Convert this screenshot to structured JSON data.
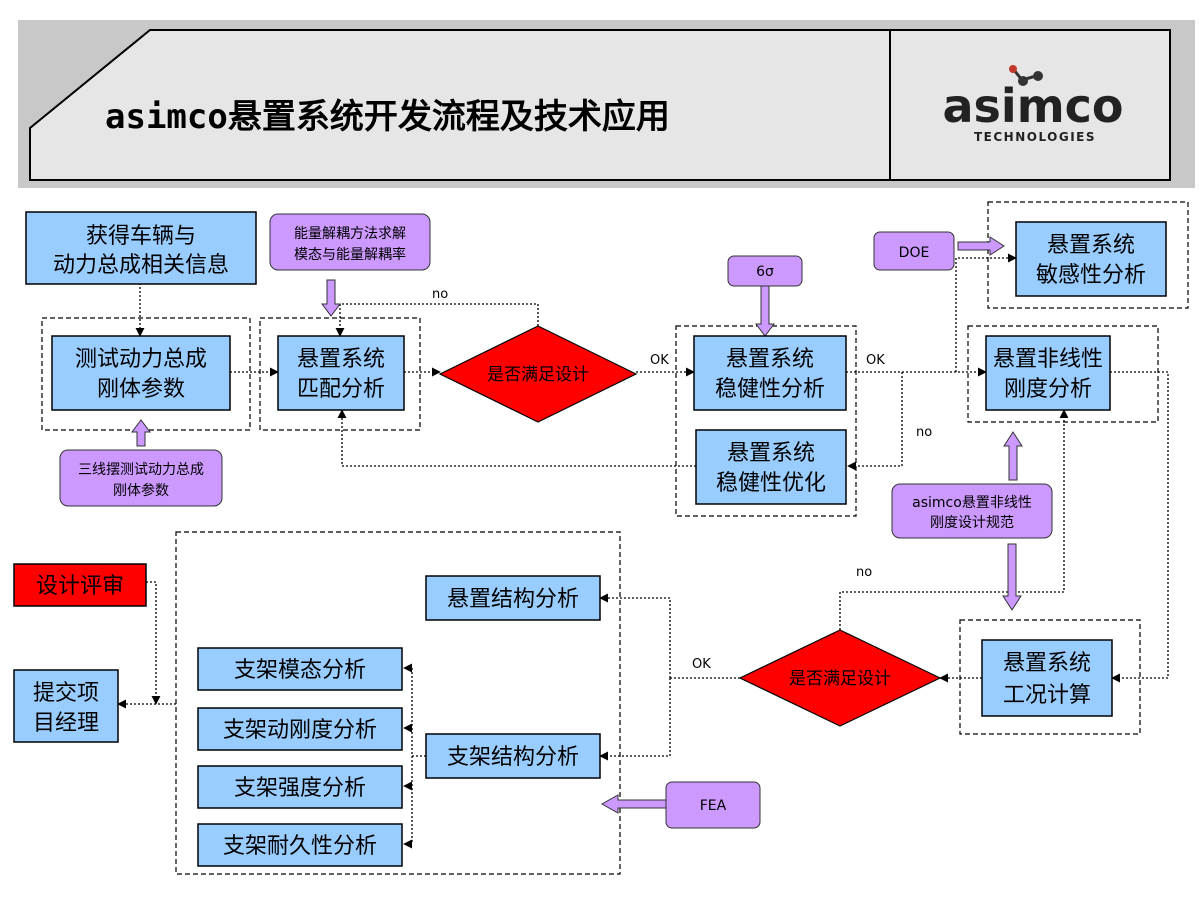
{
  "header": {
    "title": "asimco悬置系统开发流程及技术应用",
    "logo_word": "asimco",
    "logo_sub": "TECHNOLOGIES"
  },
  "boxes": {
    "vehicle_info": [
      "获得车辆与",
      "动力总成相关信息"
    ],
    "test_rigid": [
      "测试动力总成",
      "刚体参数"
    ],
    "mount_match": [
      "悬置系统",
      "匹配分析"
    ],
    "robust_analysis": [
      "悬置系统",
      "稳健性分析"
    ],
    "robust_opt": [
      "悬置系统",
      "稳健性优化"
    ],
    "sensitivity": [
      "悬置系统",
      "敏感性分析"
    ],
    "nonlinear_stiffness": [
      "悬置非线性",
      "刚度分析"
    ],
    "load_case": [
      "悬置系统",
      "工况计算"
    ],
    "mount_struct": "悬置结构分析",
    "bracket_struct": "支架结构分析",
    "bracket_modal": "支架模态分析",
    "bracket_dyn": "支架动刚度分析",
    "bracket_strength": "支架强度分析",
    "bracket_durability": "支架耐久性分析",
    "design_review": "设计评审",
    "submit_pm": [
      "提交项",
      "目经理"
    ]
  },
  "tools": {
    "energy_decoupling": [
      "能量解耦方法求解",
      "模态与能量解耦率"
    ],
    "trifilar": [
      "三线摆测试动力总成",
      "刚体参数"
    ],
    "six_sigma": "6σ",
    "doe": "DOE",
    "nonlinear_spec": [
      "asimco悬置非线性",
      "刚度设计规范"
    ],
    "fea": "FEA"
  },
  "decisions": {
    "top": "是否满足设计",
    "bottom": "是否满足设计"
  },
  "edge_labels": {
    "no_top": "no",
    "ok_1": "OK",
    "ok_2": "OK",
    "no_mid": "no",
    "no_bottom": "no",
    "ok_bottom": "OK"
  },
  "colors": {
    "box_blue": "#99ccff",
    "tool_purple": "#cc99ff",
    "decision_red": "#ff0000",
    "header_gray": "#c8c8c8"
  }
}
